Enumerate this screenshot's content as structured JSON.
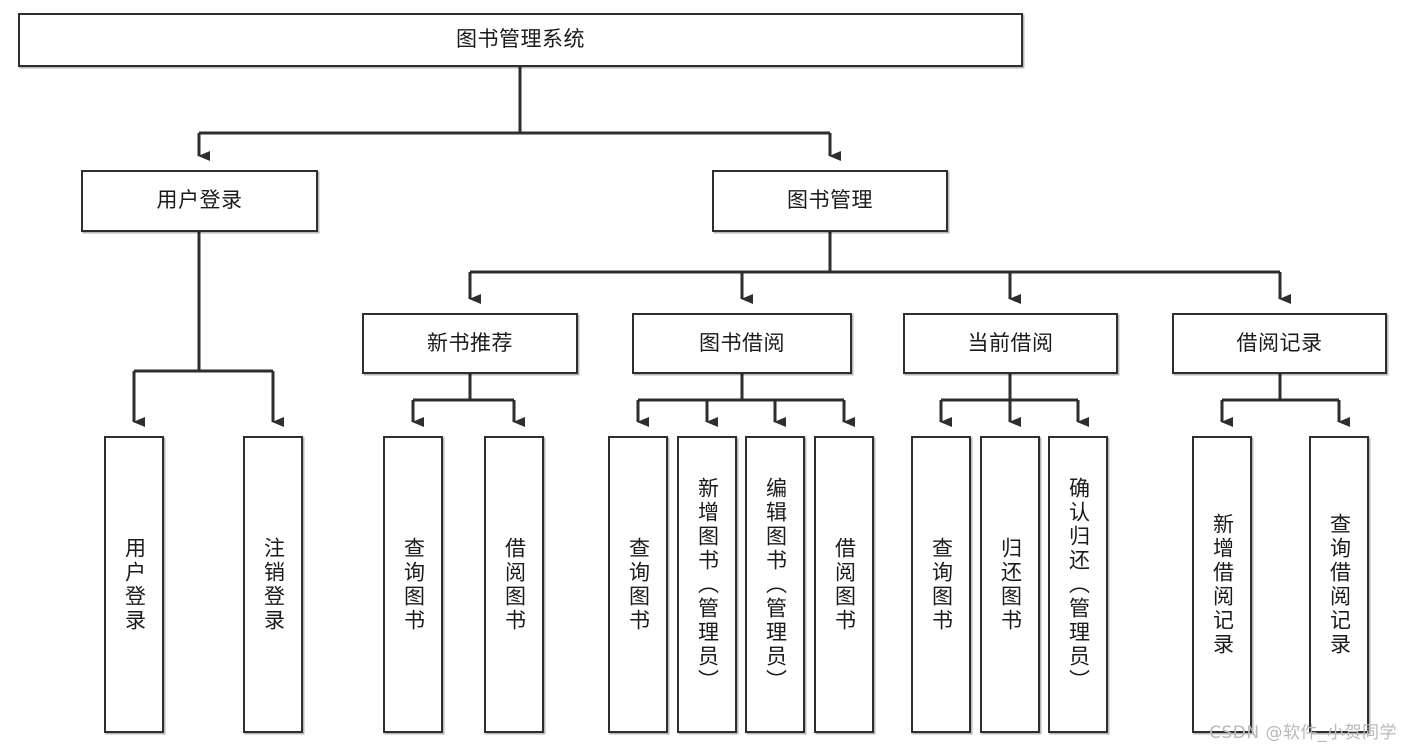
{
  "diagram": {
    "type": "tree",
    "title": "图书管理系统",
    "watermark": "CSDN @软件_小贺同学",
    "colors": {
      "stroke": "#2e2e2e",
      "fill": "#ffffff",
      "text": "#1b1b1b",
      "watermark": "#b9b9b9"
    },
    "nodes": {
      "root": "图书管理系统",
      "user_login": "用户登录",
      "book_manage": "图书管理",
      "new_book_rec": "新书推荐",
      "book_borrow": "图书借阅",
      "current_borrow": "当前借阅",
      "borrow_record": "借阅记录",
      "leaf_user_login": "用户登录",
      "leaf_user_logout": "注销登录",
      "leaf_query_book_1": "查询图书",
      "leaf_borrow_book_1": "借阅图书",
      "leaf_query_book_2": "查询图书",
      "leaf_add_book": "新增图书（管理员）",
      "leaf_edit_book": "编辑图书（管理员）",
      "leaf_borrow_book_2": "借阅图书",
      "leaf_query_book_3": "查询图书",
      "leaf_return_book": "归还图书",
      "leaf_confirm_return": "确认归还（管理员）",
      "leaf_add_record": "新增借阅记录",
      "leaf_query_record": "查询借阅记录"
    }
  }
}
